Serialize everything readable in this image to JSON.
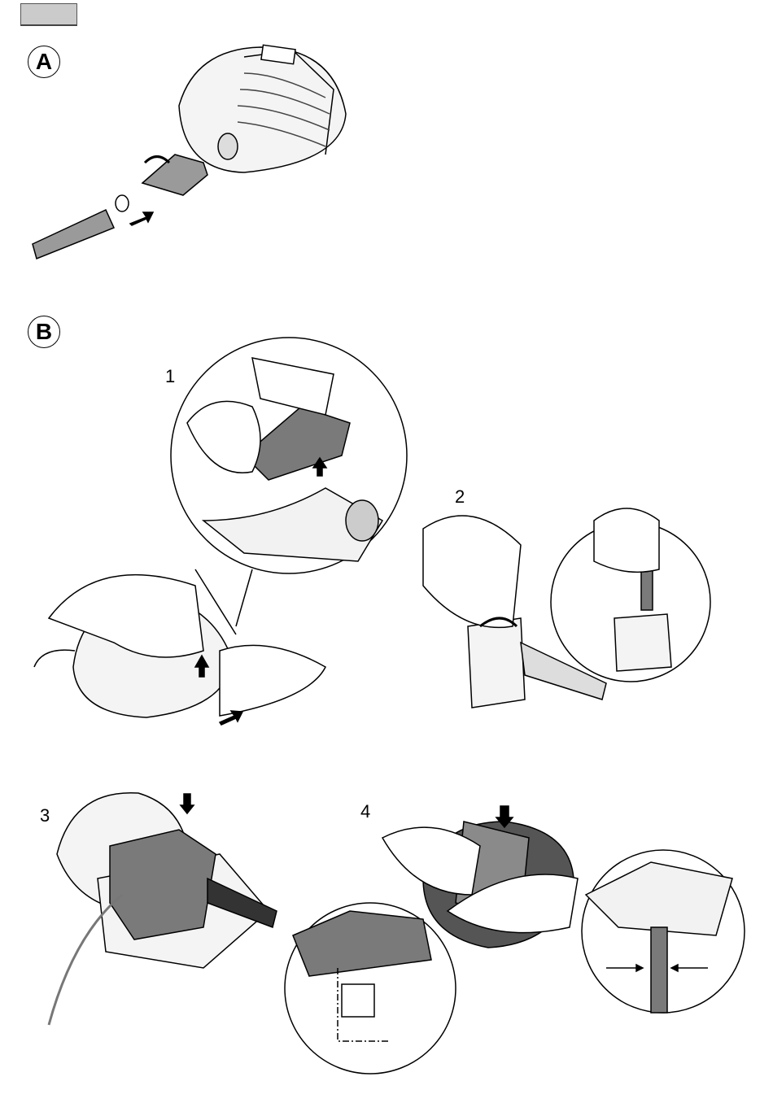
{
  "page": {
    "section_a": {
      "label": "A"
    },
    "section_b": {
      "label": "B"
    },
    "steps": [
      "1",
      "2",
      "3",
      "4"
    ]
  },
  "colors": {
    "tab": "#cbcbcb",
    "part_dark": "#7a7a7a",
    "part_mid": "#9a9a9a"
  }
}
